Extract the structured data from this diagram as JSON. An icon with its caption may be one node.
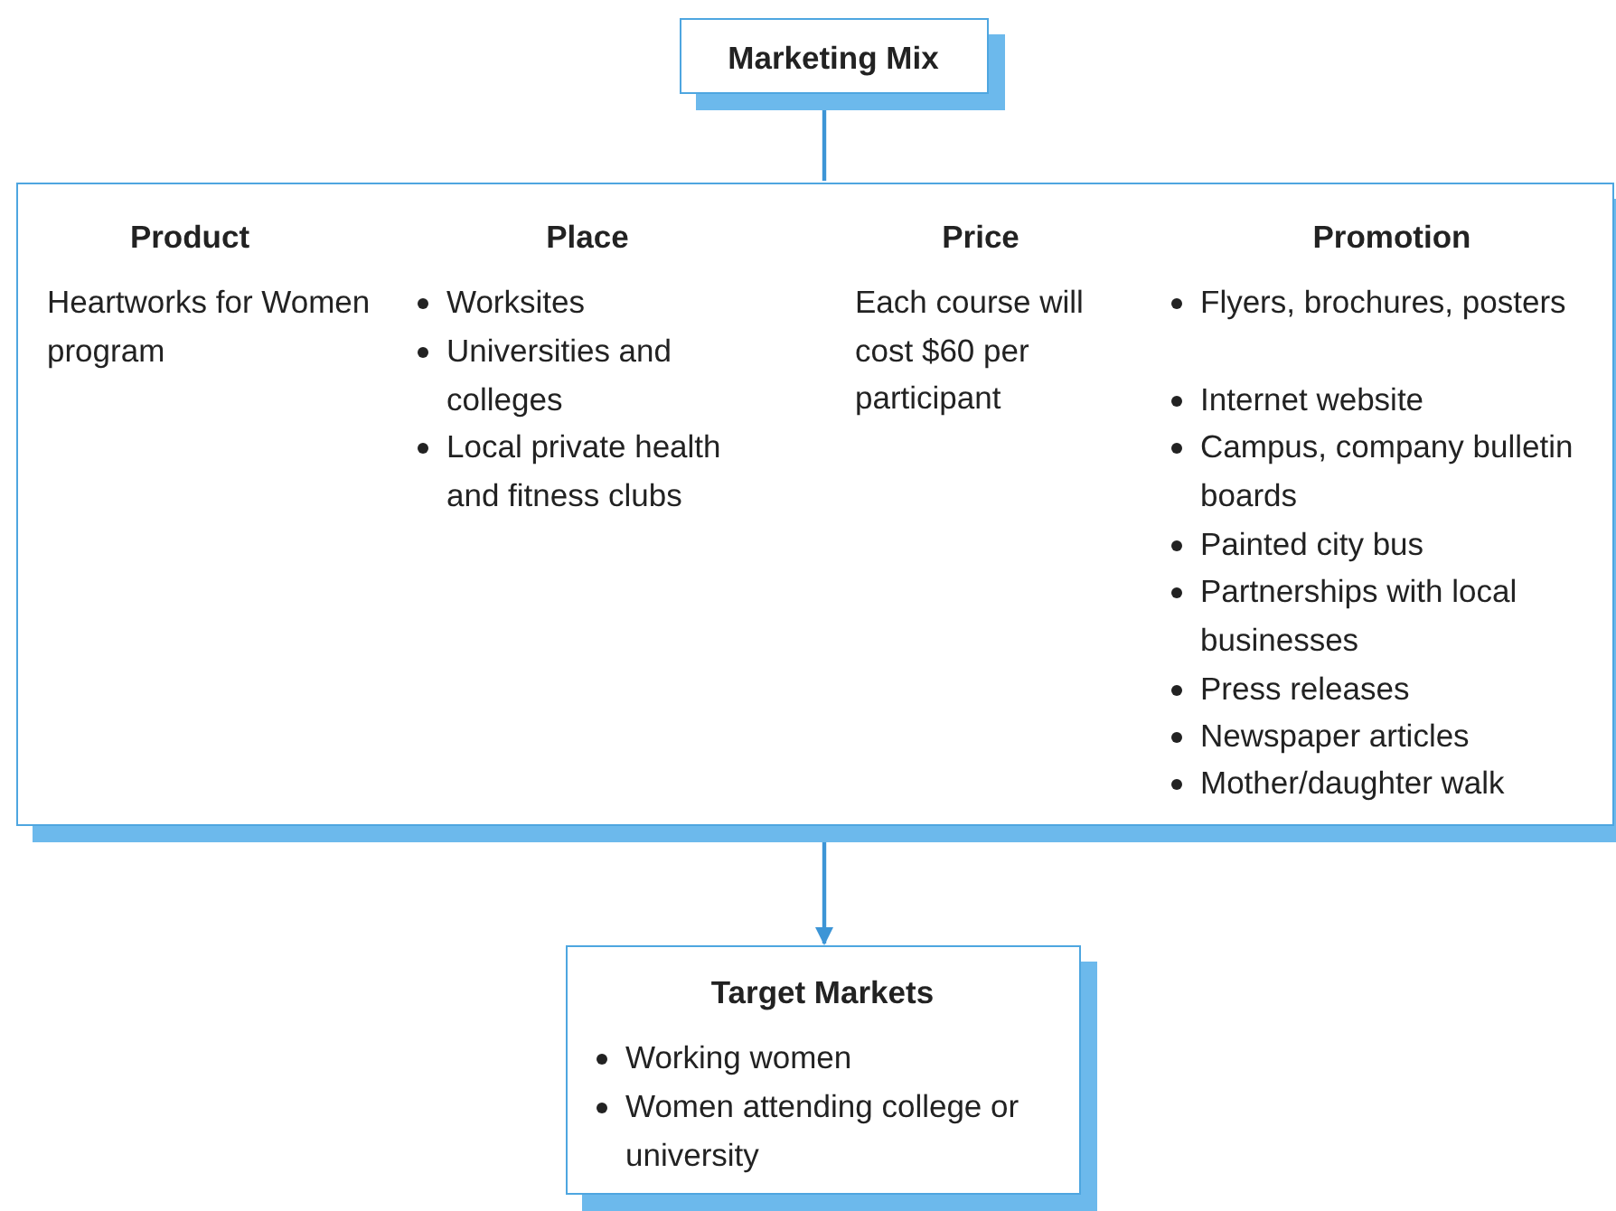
{
  "diagram": {
    "nodes": [
      {
        "text": [
          "Marketing Mix"
        ]
      },
      {
        "text": [
          "Product",
          "Heartworks for Women program",
          "Place",
          "Worksites",
          "Universities and colleges",
          "Local private health and fitness clubs",
          "Price",
          "Each course will cost $60 per participant",
          "Promotion",
          "Flyers, brochures, posters",
          "Internet website",
          "Campus, company bulletin boards",
          "Painted city bus",
          "Partnerships with local businesses",
          "Press releases",
          "Newspaper articles",
          "Mother/daughter walk"
        ]
      },
      {
        "text": [
          "Target Markets",
          "Working women",
          "Women attending college or university"
        ]
      }
    ],
    "edges": [
      {
        "from": 0,
        "to": 1,
        "arrow": "none"
      },
      {
        "from": 1,
        "to": 2,
        "arrow": "to"
      }
    ]
  }
}
